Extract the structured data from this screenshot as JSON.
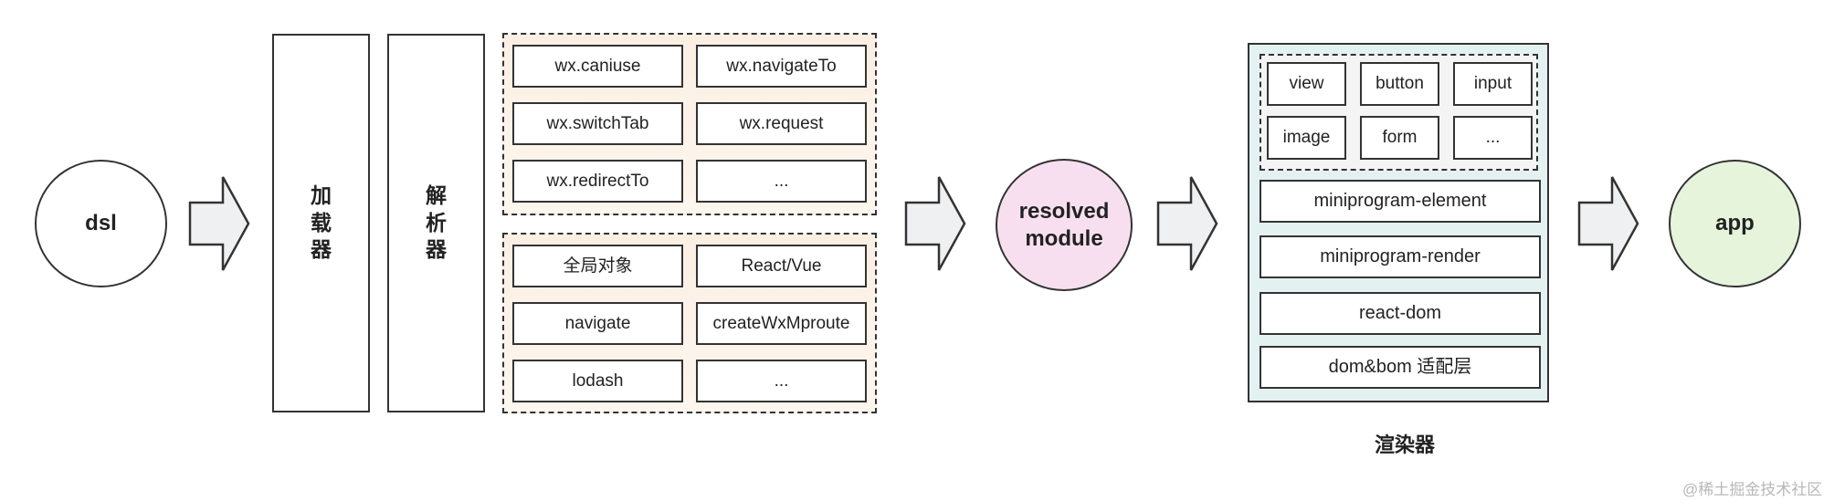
{
  "nodes": {
    "dsl": "dsl",
    "loader": "加载器",
    "parser": "解析器",
    "resolved_module": "resolved module",
    "app": "app"
  },
  "api_group": {
    "items": [
      "wx.caniuse",
      "wx.navigateTo",
      "wx.switchTab",
      "wx.request",
      "wx.redirectTo",
      "..."
    ]
  },
  "runtime_group": {
    "items": [
      "全局对象",
      "React/Vue",
      "navigate",
      "createWxMproute",
      "lodash",
      "..."
    ]
  },
  "renderer": {
    "components": [
      "view",
      "button",
      "input",
      "image",
      "form",
      "..."
    ],
    "layers": [
      "miniprogram-element",
      "miniprogram-render",
      "react-dom",
      "dom&bom 适配层"
    ],
    "caption": "渲染器"
  },
  "watermark": "@稀土掘金技术社区",
  "colors": {
    "resolved_fill": "#f8dff0",
    "app_fill": "#e6f4dc",
    "arrow_fill": "#eef0f2",
    "api_group_fill": "#fbefe4",
    "renderer_fill": "#e3f1f1",
    "component_group_fill": "#f4f4f4"
  }
}
